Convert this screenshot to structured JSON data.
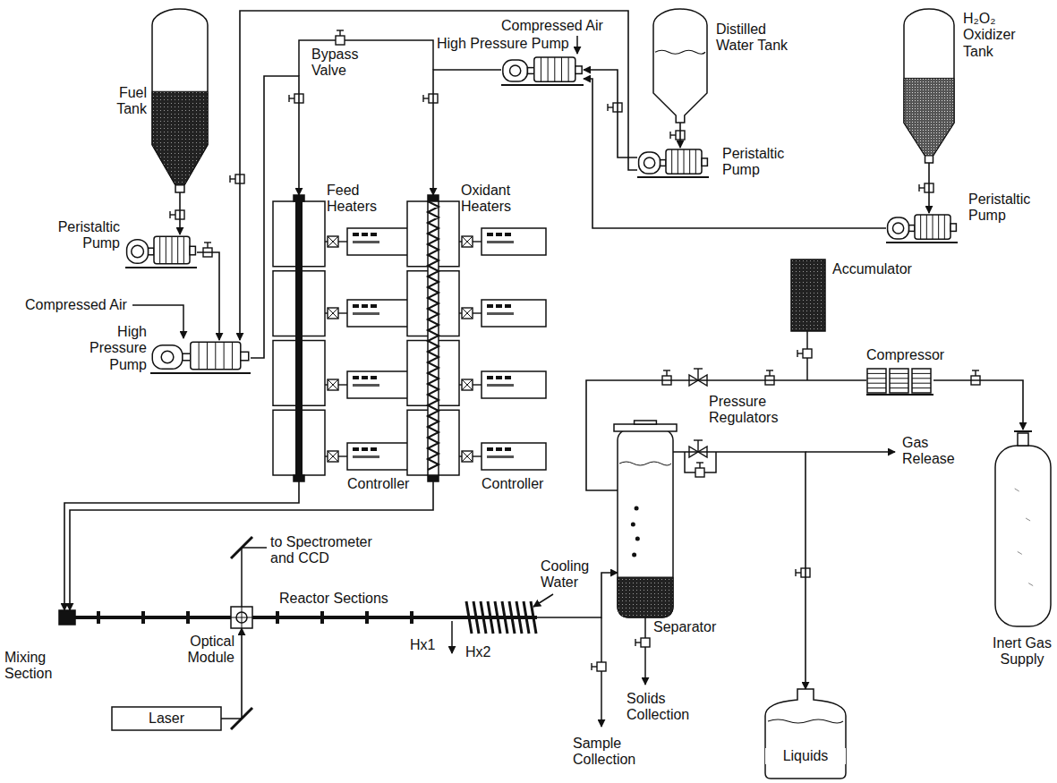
{
  "diagram": {
    "nodes": [
      {
        "text": [
          "Fuel Tank"
        ]
      },
      {
        "text": [
          "Peristaltic Pump"
        ]
      },
      {
        "text": [
          "High Pressure Pump"
        ]
      },
      {
        "text": [
          "Feed Heaters"
        ]
      },
      {
        "text": [
          "Oxidant Heaters"
        ]
      },
      {
        "text": [
          "High Pressure Pump"
        ]
      },
      {
        "text": [
          "Distilled Water Tank"
        ]
      },
      {
        "text": [
          "Peristaltic Pump"
        ]
      },
      {
        "text": [
          "H₂O₂ Oxidizer Tank"
        ]
      },
      {
        "text": [
          "Peristaltic Pump"
        ]
      },
      {
        "text": [
          "Mixing Section"
        ]
      },
      {
        "text": [
          "Optical Module"
        ]
      },
      {
        "text": [
          "Laser"
        ]
      },
      {
        "text": [
          "Hx2"
        ]
      },
      {
        "text": [
          "Separator"
        ]
      },
      {
        "text": [
          "Liquids"
        ]
      },
      {
        "text": [
          "Accumulator"
        ]
      },
      {
        "text": [
          "Compressor"
        ]
      },
      {
        "text": [
          "Inert Gas Supply"
        ]
      }
    ],
    "edges": [
      {
        "from": 0,
        "to": 1,
        "arrow": "to"
      },
      {
        "from": 1,
        "to": 2,
        "arrow": "to"
      },
      {
        "from": 2,
        "to": 3,
        "arrow": "to"
      },
      {
        "from": 3,
        "to": 10,
        "arrow": "to"
      },
      {
        "from": 4,
        "to": 10,
        "arrow": "to"
      },
      {
        "from": 10,
        "to": 11,
        "arrow": "none"
      },
      {
        "from": 11,
        "to": 13,
        "arrow": "none"
      },
      {
        "from": 13,
        "to": 14,
        "arrow": "to"
      },
      {
        "from": 12,
        "to": 11,
        "arrow": "to"
      },
      {
        "from": 6,
        "to": 7,
        "arrow": "to"
      },
      {
        "from": 8,
        "to": 9,
        "arrow": "to"
      },
      {
        "from": 7,
        "to": 5,
        "arrow": "to"
      },
      {
        "from": 7,
        "to": 2,
        "arrow": "to"
      },
      {
        "from": 9,
        "to": 5,
        "arrow": "to"
      },
      {
        "from": 5,
        "to": 4,
        "arrow": "to"
      },
      {
        "from": 17,
        "to": 14,
        "arrow": "none"
      },
      {
        "from": 14,
        "to": 15,
        "arrow": "to"
      },
      {
        "from": 17,
        "to": 18,
        "arrow": "to"
      }
    ],
    "labels": [
      "Compressed Air",
      "Compressed Air",
      "Bypass Valve",
      "Controller",
      "Controller",
      "Reactor Sections",
      "to Spectrometer and CCD",
      "Hx1",
      "Cooling Water",
      "Sample Collection",
      "Solids Collection",
      "Gas Release",
      "Pressure Regulators"
    ]
  }
}
